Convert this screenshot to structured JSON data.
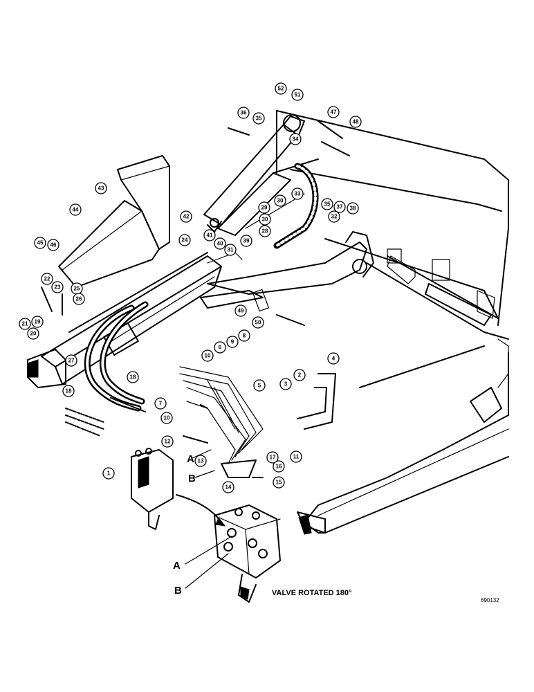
{
  "figure": {
    "caption": "VALVE ROTATED 180°",
    "reference_number": "690132",
    "port_labels": [
      {
        "id": "A-upper",
        "text": "A"
      },
      {
        "id": "B-upper",
        "text": "B"
      },
      {
        "id": "A-lower",
        "text": "A"
      },
      {
        "id": "B-lower",
        "text": "B"
      }
    ],
    "callouts": [
      "1",
      "2",
      "3",
      "4",
      "5",
      "6",
      "7",
      "8",
      "9",
      "10",
      "10",
      "11",
      "12",
      "13",
      "14",
      "15",
      "16",
      "17",
      "18",
      "18",
      "19",
      "20",
      "21",
      "22",
      "23",
      "24",
      "25",
      "26",
      "27",
      "28",
      "29",
      "30",
      "30",
      "31",
      "32",
      "33",
      "34",
      "35",
      "35",
      "36",
      "37",
      "38",
      "39",
      "40",
      "41",
      "42",
      "43",
      "44",
      "45",
      "46",
      "47",
      "48",
      "49",
      "50",
      "51",
      "52"
    ]
  }
}
